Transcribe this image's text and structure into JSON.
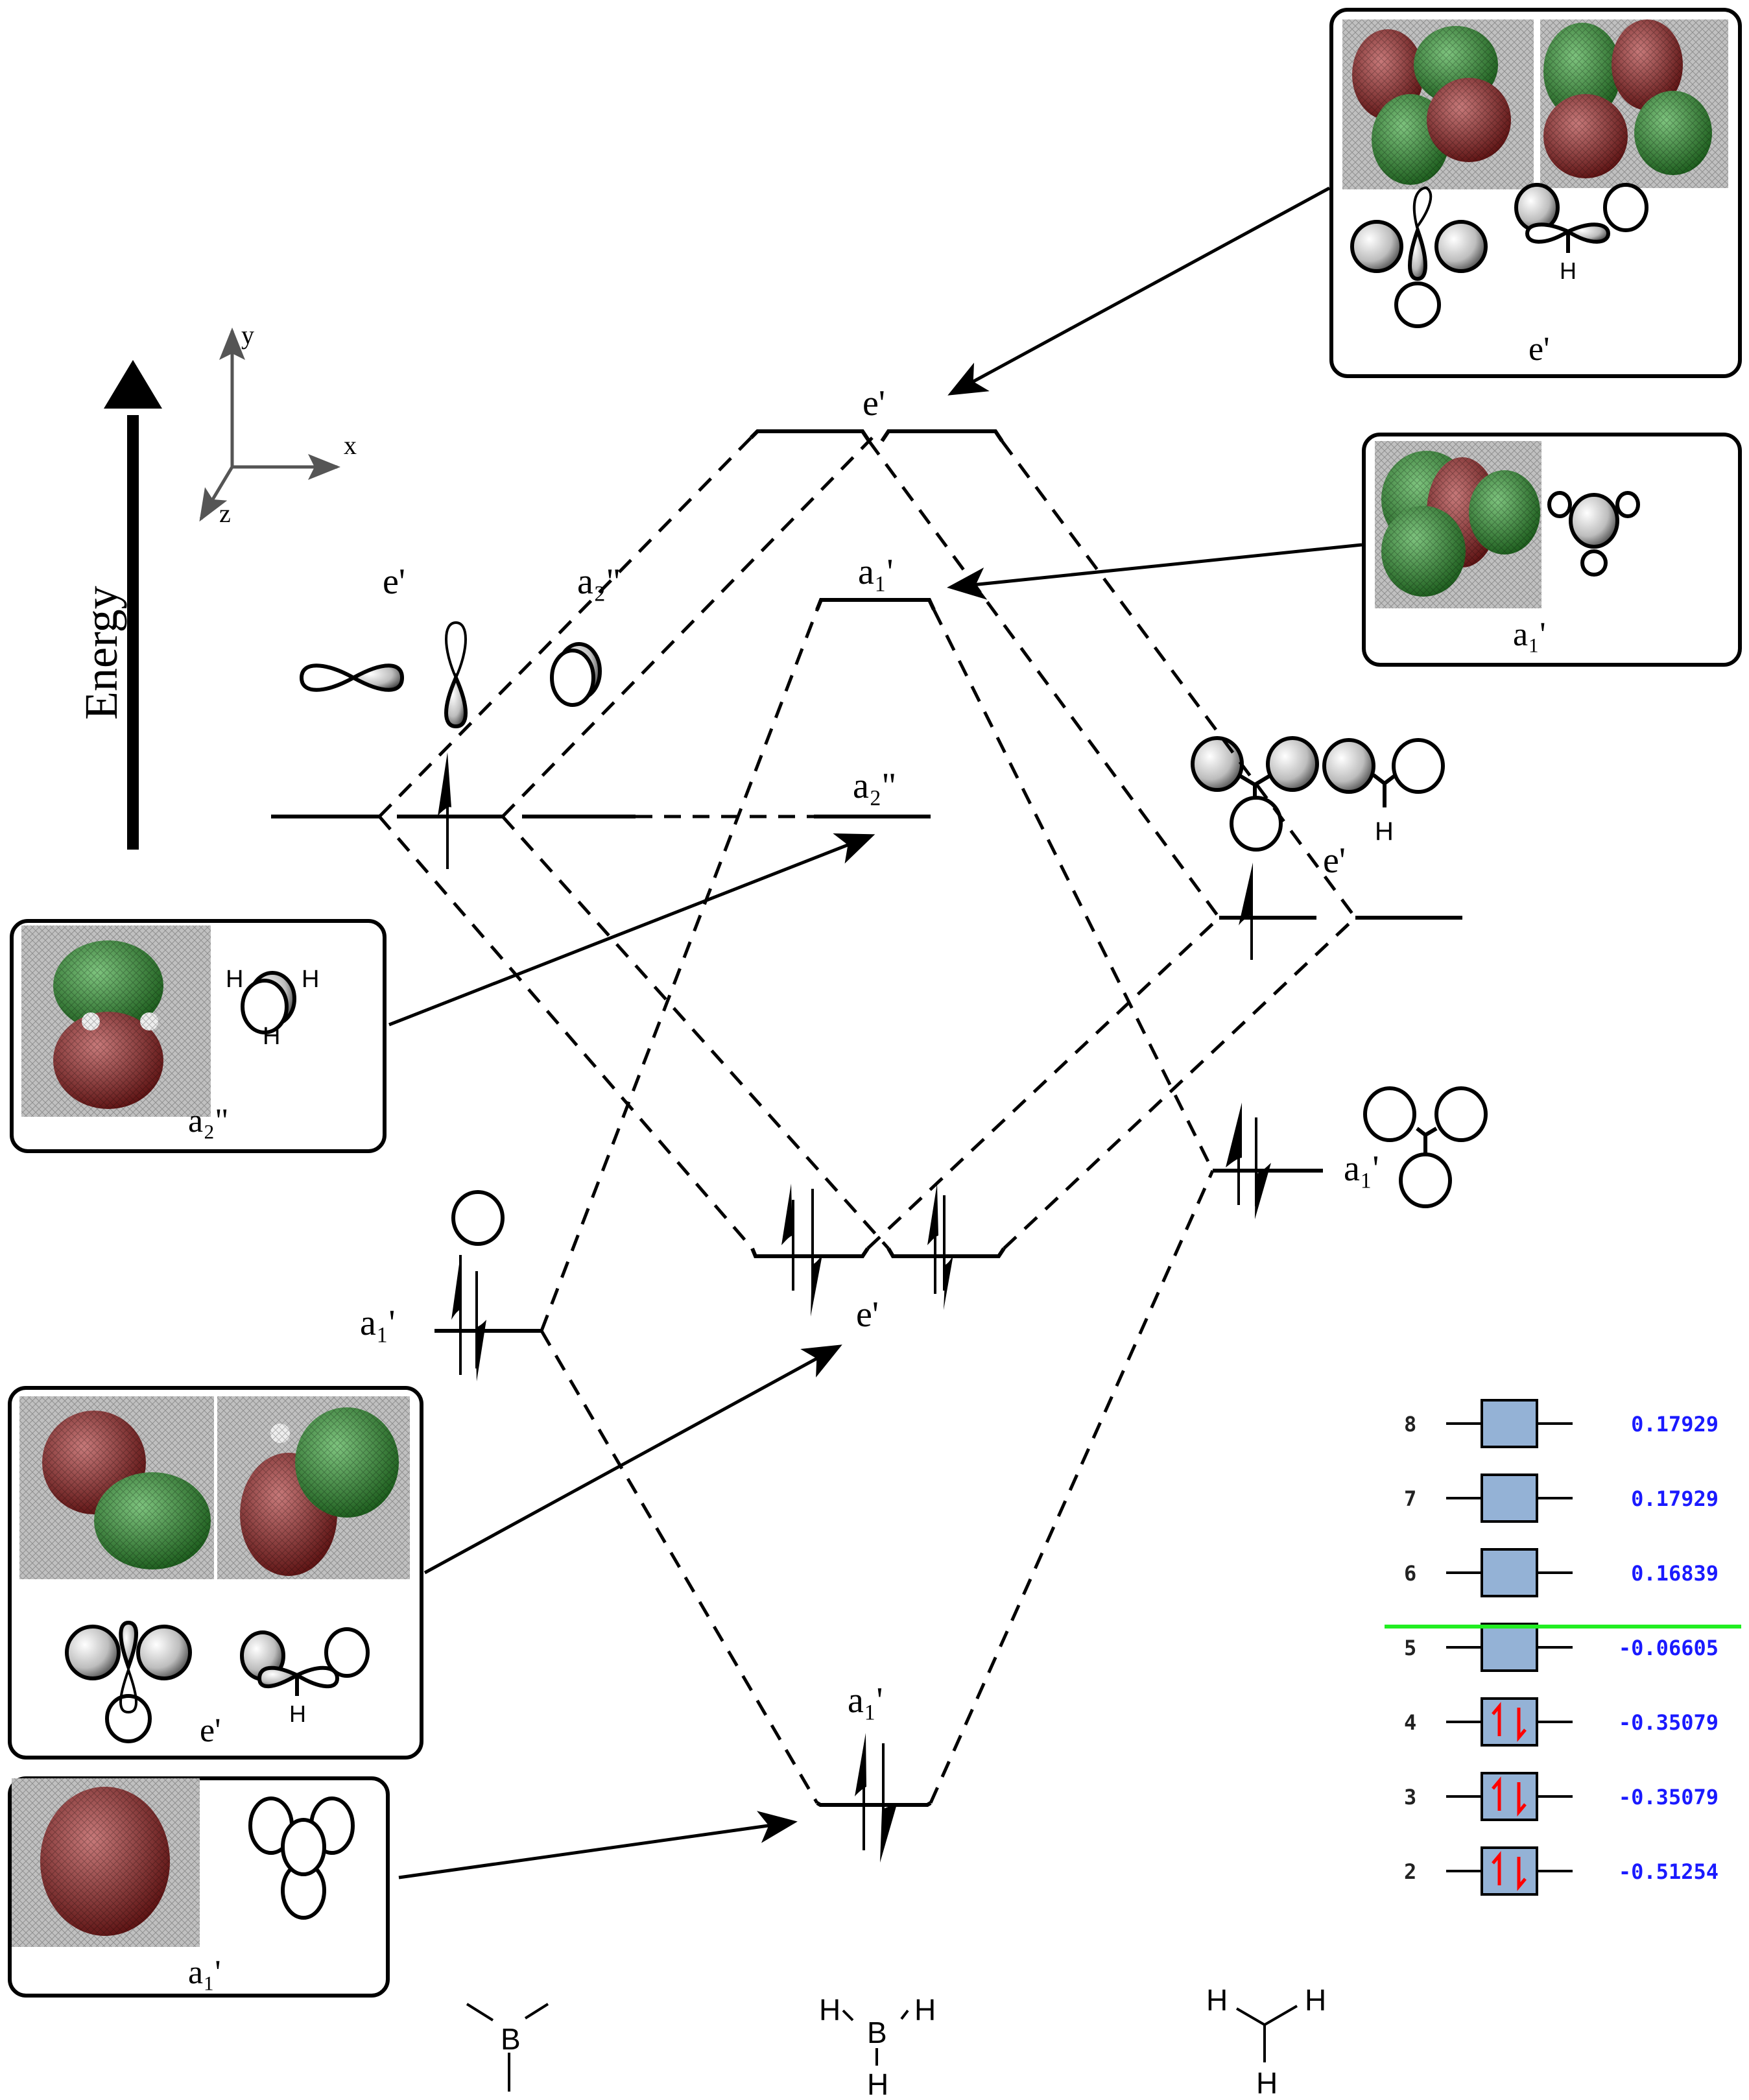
{
  "axis": {
    "energy_label": "Energy",
    "x_label": "x",
    "y_label": "y",
    "z_label": "z"
  },
  "fragments": {
    "left": {
      "upper_label_e": "e'",
      "upper_label_a2": "a₂\"",
      "lower_label": "a₁'",
      "molecule_label": "B"
    },
    "center": {
      "top_e": "e'",
      "top_a1": "a₁'",
      "nonbonding_a2": "a₂\"",
      "bonding_e": "e'",
      "bonding_a1": "a₁'",
      "molecule_labels": [
        "H",
        "B",
        "H",
        "H"
      ]
    },
    "right": {
      "upper_label": "e'",
      "lower_label": "a₁'",
      "h_label": "H",
      "molecule_labels": [
        "H",
        "H",
        "H"
      ]
    }
  },
  "boxes": {
    "top_right_e": {
      "label": "e'",
      "h_label": "H"
    },
    "right_a1": {
      "label": "a₁'"
    },
    "left_a2": {
      "label": "a₂\"",
      "h_labels": [
        "H",
        "H",
        "H"
      ]
    },
    "left_e": {
      "label": "e'",
      "h_label": "H"
    },
    "left_a1": {
      "label": "a₁'"
    }
  },
  "energy_table": {
    "homo_lumo_color": "#22ee22",
    "value_color": "#1a1aff",
    "box_color": "#94b2d6",
    "electron_color": "#ff0000",
    "rows": [
      {
        "index": "8",
        "value": "0.17929",
        "occupied": false
      },
      {
        "index": "7",
        "value": "0.17929",
        "occupied": false
      },
      {
        "index": "6",
        "value": "0.16839",
        "occupied": false
      },
      {
        "index": "5",
        "value": "-0.06605",
        "occupied": false
      },
      {
        "index": "4",
        "value": "-0.35079",
        "occupied": true
      },
      {
        "index": "3",
        "value": "-0.35079",
        "occupied": true
      },
      {
        "index": "2",
        "value": "-0.51254",
        "occupied": true
      }
    ]
  }
}
